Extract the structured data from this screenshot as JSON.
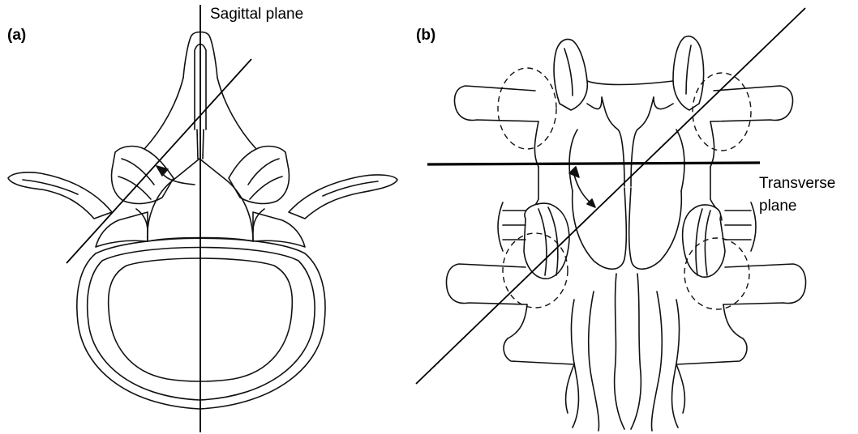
{
  "panels": {
    "a": {
      "label": "(a)",
      "plane_label": "Sagittal plane"
    },
    "b": {
      "label": "(b)",
      "plane_label_line1": "Transverse",
      "plane_label_line2": "plane"
    }
  }
}
